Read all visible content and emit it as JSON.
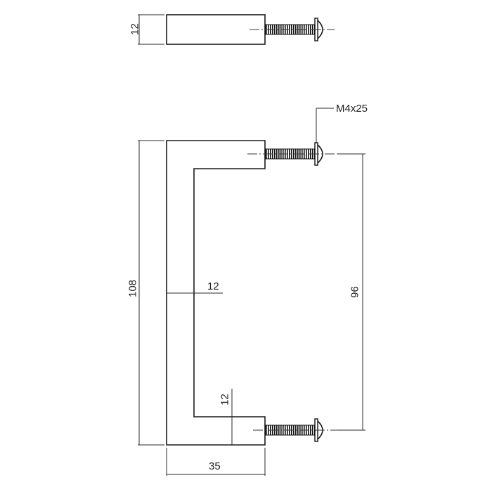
{
  "drawing": {
    "title": "Cabinet handle technical drawing",
    "units": "mm",
    "line_color": "#1a1a1a",
    "background": "#ffffff"
  },
  "top_view": {
    "thickness_label": "12"
  },
  "front_view": {
    "screw_label": "M4x25",
    "overall_height_label": "108",
    "hole_spacing_label": "96",
    "depth_label": "35",
    "bar_width_label": "12",
    "leg_height_label": "12"
  }
}
